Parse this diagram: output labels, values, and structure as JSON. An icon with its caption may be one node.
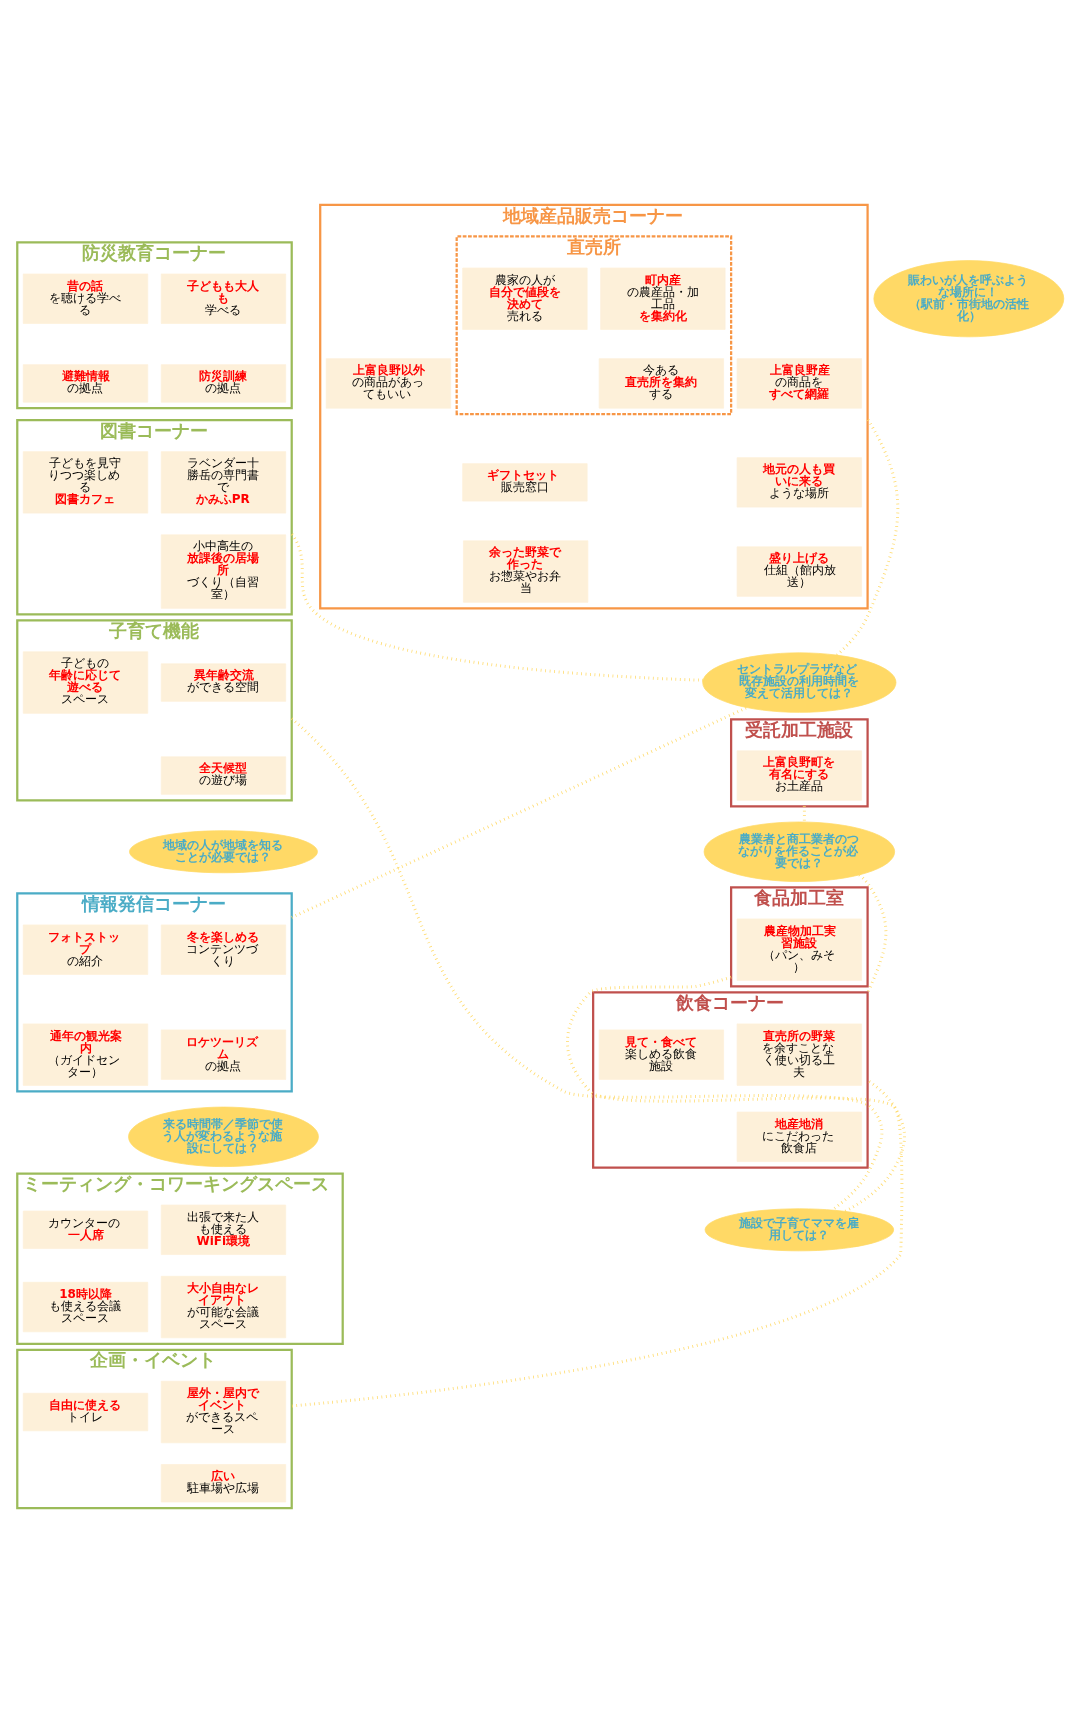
{
  "diagram": {
    "nodes": [
      {
        "text": [
          "防災教育コーナー"
        ]
      },
      {
        "text": [
          "**子どもも大人も**学べる"
        ],
        "in": 0
      },
      {
        "text": [
          "**昔の話**を聴ける学べる"
        ],
        "in": 0
      },
      {
        "text": [
          "**防災訓練**の拠点"
        ],
        "in": 0
      },
      {
        "text": [
          "**避難情報**の拠点"
        ],
        "in": 0
      },
      {
        "text": [
          "図書コーナー"
        ]
      },
      {
        "text": [
          "ラベンダー十勝岳の専門書で**かみふPR**"
        ],
        "in": 5
      },
      {
        "text": [
          "子どもを見守りつつ楽しめる**図書カフェ**"
        ],
        "in": 5
      },
      {
        "text": [
          "小中高生の**放課後の居場所**づくり（自習室）"
        ],
        "in": 5
      },
      {
        "text": [
          "子育て機能"
        ]
      },
      {
        "text": [
          "**異年齢交流**ができる空間"
        ],
        "in": 9
      },
      {
        "text": [
          "子どもの**年齢に応じて遊べる**スペース"
        ],
        "in": 9
      },
      {
        "text": [
          "**全天候型**の遊び場"
        ],
        "in": 9
      },
      {
        "text": [
          "情報発信コーナー"
        ]
      },
      {
        "text": [
          "**冬を楽しめる**コンテンツづくり"
        ],
        "in": 13
      },
      {
        "text": [
          "**フォトストップ**の紹介"
        ],
        "in": 13
      },
      {
        "text": [
          "**ロケツーリズム**の拠点"
        ],
        "in": 13
      },
      {
        "text": [
          "**通年の観光案内**（ガイドセンター）"
        ],
        "in": 13
      },
      {
        "text": [
          "ミーティング・コワーキングスペース"
        ]
      },
      {
        "text": [
          "出張で来た人も使える**WiFi環境**"
        ],
        "in": 18
      },
      {
        "text": [
          "カウンターの**一人席**"
        ],
        "in": 18
      },
      {
        "text": [
          "**大小自由なレイアウト**が可能な会議スペース"
        ],
        "in": 18
      },
      {
        "text": [
          "**18時以降**も使える会議スペース"
        ],
        "in": 18
      },
      {
        "text": [
          "企画・イベント"
        ]
      },
      {
        "text": [
          "**屋外・屋内でイベント**ができるスペース"
        ],
        "in": 23
      },
      {
        "text": [
          "**自由に使える**トイレ"
        ],
        "in": 23
      },
      {
        "text": [
          "**広い**駐車場や広場"
        ],
        "in": 23
      },
      {
        "text": [
          "地域産品販売コーナー"
        ]
      },
      {
        "text": [
          "**上富良野産**の商品を**すべて網羅**"
        ],
        "in": 27
      },
      {
        "text": [
          "**上富良野以外**の商品があってもいい"
        ],
        "in": 27
      },
      {
        "text": [
          "**地元の人も買いに来る**ような場所"
        ],
        "in": 27
      },
      {
        "text": [
          "直売所"
        ],
        "in": 27
      },
      {
        "text": [
          "**町内産**の農産品・加工品**を集約化**"
        ],
        "in": 31
      },
      {
        "text": [
          "農家の人が**自分で値段を決めて**売れる"
        ],
        "in": 31
      },
      {
        "text": [
          "今ある**直売所を集約**する"
        ],
        "in": 31
      },
      {
        "text": [
          "**ギフトセット**販売窓口"
        ],
        "in": 27
      },
      {
        "text": [
          "**盛り上げる**仕組（館内放送）"
        ],
        "in": 27
      },
      {
        "text": [
          "**余った野菜で作った**お惣菜やお弁当"
        ],
        "in": 27
      },
      {
        "text": [
          "受託加工施設"
        ]
      },
      {
        "text": [
          "**上富良野町を有名にする**お土産品"
        ],
        "in": 38
      },
      {
        "text": [
          "食品加工室"
        ]
      },
      {
        "text": [
          "**農産物加工実習施設**（パン、みそ）"
        ],
        "in": 40
      },
      {
        "text": [
          "飲食コーナー"
        ]
      },
      {
        "text": [
          "**直売所の野菜**を余すことなく使い切る工夫"
        ],
        "in": 42
      },
      {
        "text": [
          "**見て・食べて**楽しめる飲食施設"
        ],
        "in": 42
      },
      {
        "text": [
          "**地産地消**にこだわった飲食店"
        ],
        "in": 42
      },
      {
        "text": [
          "地域の人が地域を知ることが必要では？"
        ]
      },
      {
        "text": [
          "来る時間帯／季節で使う人が変わるような施設にしては？"
        ]
      },
      {
        "text": [
          "賑わいが人を呼ぶような場所に！",
          "（駅前・市街地の活性化）"
        ]
      },
      {
        "text": [
          "セントラルプラザなど既存施設の利用時間を変えて活用しては？"
        ]
      },
      {
        "text": [
          "農業者と商工業者のつながりを作ることが必要では？"
        ]
      },
      {
        "text": [
          "施設で子育てママを雇用しては？"
        ]
      }
    ],
    "edges": [
      {
        "from": 9,
        "to": 51,
        "arrow": "none",
        "style": "dashed"
      },
      {
        "from": 51,
        "to": 42,
        "arrow": "none",
        "style": "dashed"
      },
      {
        "from": 40,
        "to": 23,
        "arrow": "none",
        "style": "dashed"
      },
      {
        "from": 38,
        "to": 50,
        "arrow": "none",
        "style": "dashed"
      },
      {
        "from": 50,
        "to": 42,
        "arrow": "none",
        "style": "dashed"
      },
      {
        "from": 13,
        "to": 49,
        "arrow": "none",
        "style": "dashed"
      },
      {
        "from": 49,
        "to": 5,
        "arrow": "none",
        "style": "dashed"
      },
      {
        "from": 49,
        "to": 27,
        "arrow": "none",
        "style": "dashed"
      }
    ]
  }
}
